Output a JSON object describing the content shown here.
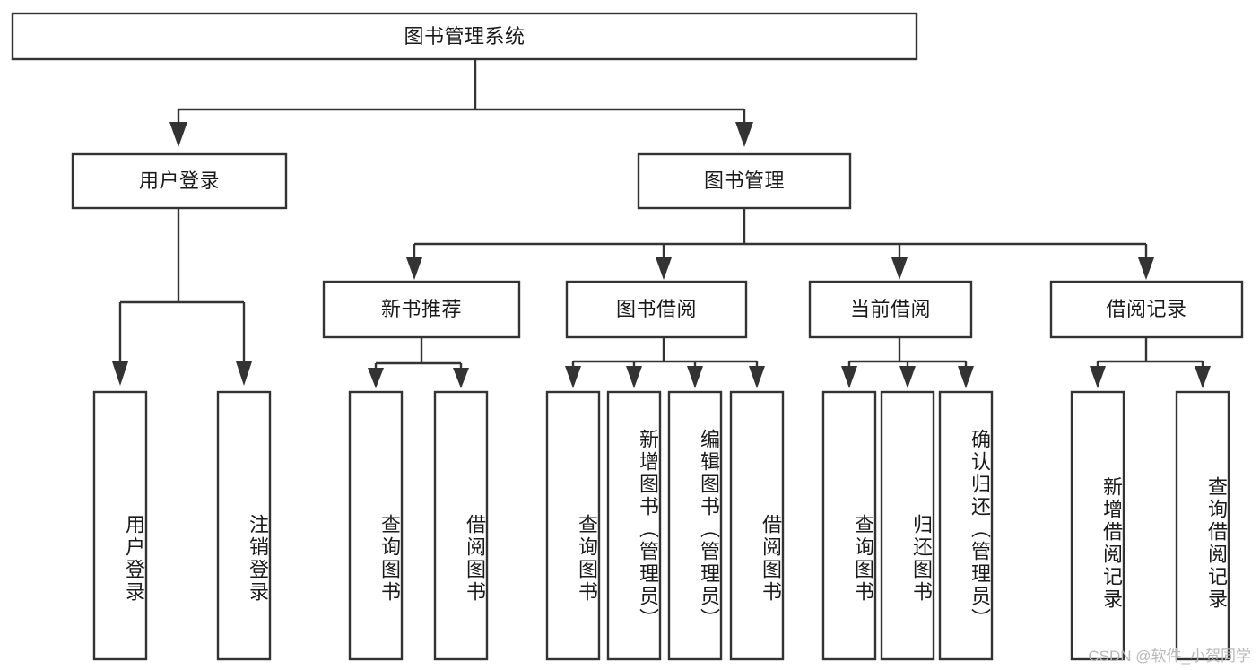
{
  "diagram": {
    "type": "tree",
    "title": "图书管理系统",
    "watermark": "CSDN @软件_小贺同学",
    "colors": {
      "stroke": "#333333",
      "box_fill": "#ffffff",
      "text": "#1a1a1a",
      "watermark": "#b8b8b8",
      "background": "#ffffff"
    },
    "nodes": {
      "root": {
        "label": "图书管理系统"
      },
      "level1": [
        {
          "id": "user-login",
          "label": "用户登录"
        },
        {
          "id": "book-management",
          "label": "图书管理"
        }
      ],
      "level2": [
        {
          "id": "new-book-recommend",
          "label": "新书推荐"
        },
        {
          "id": "book-borrow",
          "label": "图书借阅"
        },
        {
          "id": "current-borrow",
          "label": "当前借阅"
        },
        {
          "id": "borrow-record",
          "label": "借阅记录"
        }
      ],
      "leaves": {
        "user_login": [
          {
            "id": "leaf-user-login",
            "label": "用户登录"
          },
          {
            "id": "leaf-logout-login",
            "label": "注销登录"
          }
        ],
        "new_book_recommend": [
          {
            "id": "leaf-query-book-1",
            "label": "查询图书"
          },
          {
            "id": "leaf-borrow-book-1",
            "label": "借阅图书"
          }
        ],
        "book_borrow": [
          {
            "id": "leaf-query-book-2",
            "label": "查询图书"
          },
          {
            "id": "leaf-add-book",
            "label": "新增图书（管理员）"
          },
          {
            "id": "leaf-edit-book",
            "label": "编辑图书（管理员）"
          },
          {
            "id": "leaf-borrow-book-2",
            "label": "借阅图书"
          }
        ],
        "current_borrow": [
          {
            "id": "leaf-query-book-3",
            "label": "查询图书"
          },
          {
            "id": "leaf-return-book",
            "label": "归还图书"
          },
          {
            "id": "leaf-confirm-return",
            "label": "确认归还（管理员）"
          }
        ],
        "borrow_record": [
          {
            "id": "leaf-add-record",
            "label": "新增借阅记录"
          },
          {
            "id": "leaf-query-record",
            "label": "查询借阅记录"
          }
        ]
      }
    }
  }
}
